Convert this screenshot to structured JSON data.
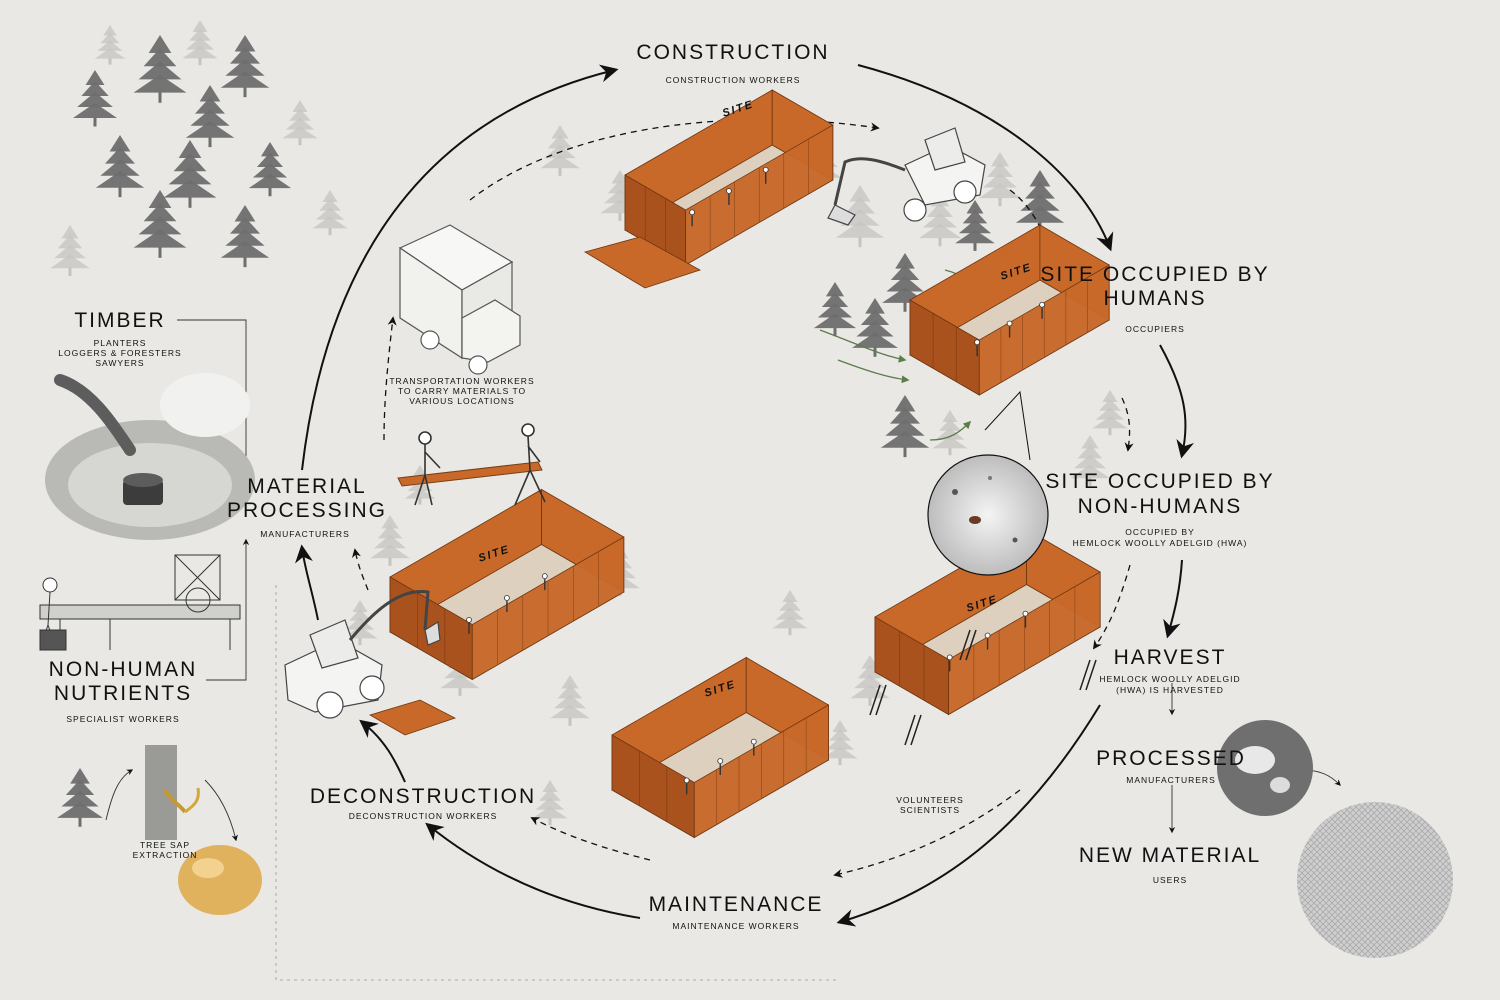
{
  "stages": {
    "construction": {
      "title": "CONSTRUCTION",
      "actors": "CONSTRUCTION WORKERS"
    },
    "occupied_humans": {
      "title_line1": "SITE OCCUPIED BY",
      "title_line2": "HUMANS",
      "actors": "OCCUPIERS"
    },
    "occupied_nonhumans": {
      "title_line1": "SITE OCCUPIED BY",
      "title_line2": "NON-HUMANS",
      "actors_line1": "OCCUPIED BY",
      "actors_line2": "HEMLOCK WOOLLY ADELGID (HWA)"
    },
    "harvest": {
      "title": "HARVEST",
      "actors_line1": "HEMLOCK WOOLLY ADELGID",
      "actors_line2": "(HWA) IS HARVESTED"
    },
    "processed": {
      "title": "PROCESSED",
      "actors": "MANUFACTURERS"
    },
    "new_material": {
      "title": "NEW MATERIAL",
      "actors": "USERS"
    },
    "maintenance": {
      "title": "MAINTENANCE",
      "actors": "MAINTENANCE WORKERS"
    },
    "deconstruction": {
      "title": "DECONSTRUCTION",
      "actors": "DECONSTRUCTION WORKERS"
    },
    "material_processing": {
      "title_line1": "MATERIAL",
      "title_line2": "PROCESSING",
      "actors": "MANUFACTURERS"
    },
    "timber": {
      "title": "TIMBER",
      "actors_line1": "PLANTERS",
      "actors_line2": "LOGGERS & FORESTERS",
      "actors_line3": "SAWYERS"
    },
    "non_human_nutrients": {
      "title_line1": "NON-HUMAN",
      "title_line2": "NUTRIENTS",
      "actors": "SPECIALIST WORKERS"
    }
  },
  "notes": {
    "transportation_line1": "TRANSPORTATION WORKERS",
    "transportation_line2": "TO CARRY MATERIALS TO",
    "transportation_line3": "VARIOUS LOCATIONS",
    "volunteers_line1": "VOLUNTEERS",
    "volunteers_line2": "SCIENTISTS",
    "tree_sap_line1": "TREE SAP",
    "tree_sap_line2": "EXTRACTION"
  },
  "site_label": "SITE",
  "colors": {
    "background": "#e9e8e4",
    "panel": "#c8692a",
    "panel_dark": "#a9521d",
    "floor": "#ddd0bf",
    "ink": "#111111",
    "tree": "#6e6e6e",
    "tree_light": "#c4c4c2",
    "green_arrow": "#5a7d4a"
  }
}
